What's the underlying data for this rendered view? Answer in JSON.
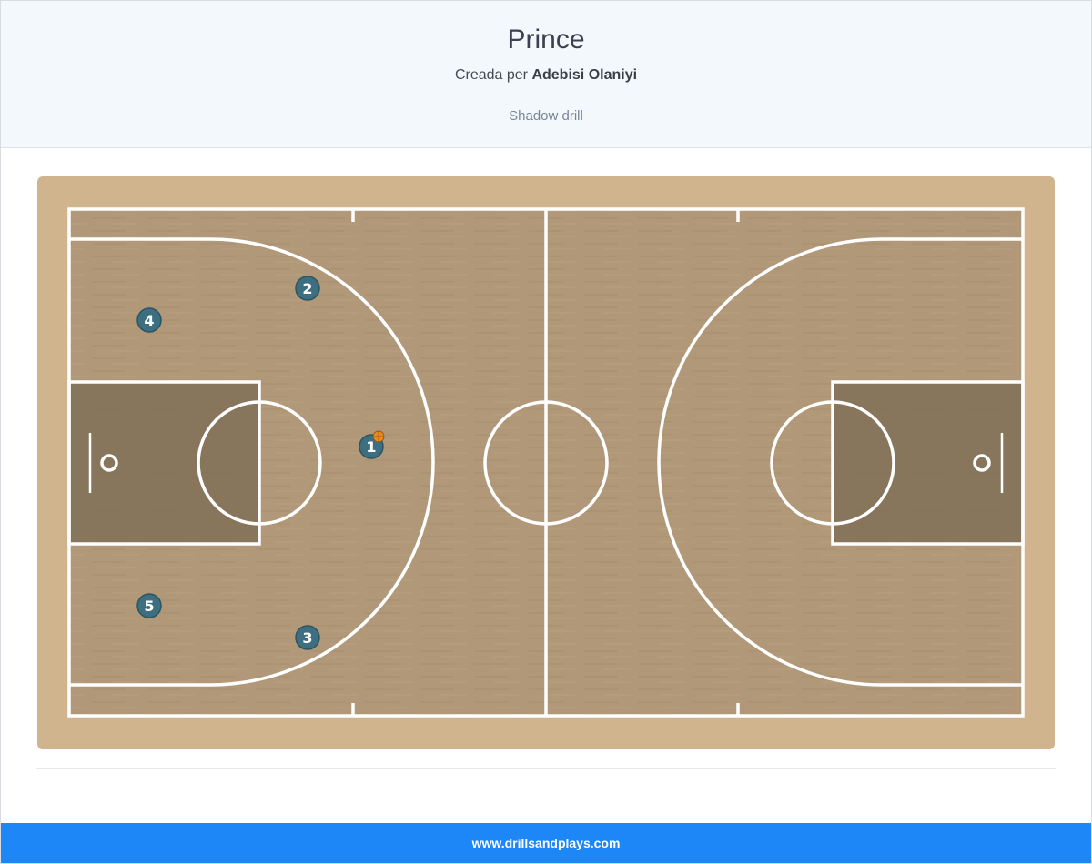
{
  "header": {
    "title": "Prince",
    "author_prefix": "Creada per",
    "author_name": "Adebisi Olaniyi",
    "subtitle": "Shadow drill"
  },
  "court": {
    "wood_color": "#b09878",
    "border_color": "#cfb48d",
    "paint_color": "#806e57",
    "line_color": "#ffffff",
    "player_color": "#3d6f80",
    "ball_color": "#e8891c",
    "ball_holder": "1",
    "players": [
      "1",
      "2",
      "3",
      "4",
      "5"
    ]
  },
  "footer": {
    "url": "www.drillsandplays.com"
  },
  "colors": {
    "header_bg": "#f3f8fc",
    "footer_bg": "#1e87f7"
  }
}
